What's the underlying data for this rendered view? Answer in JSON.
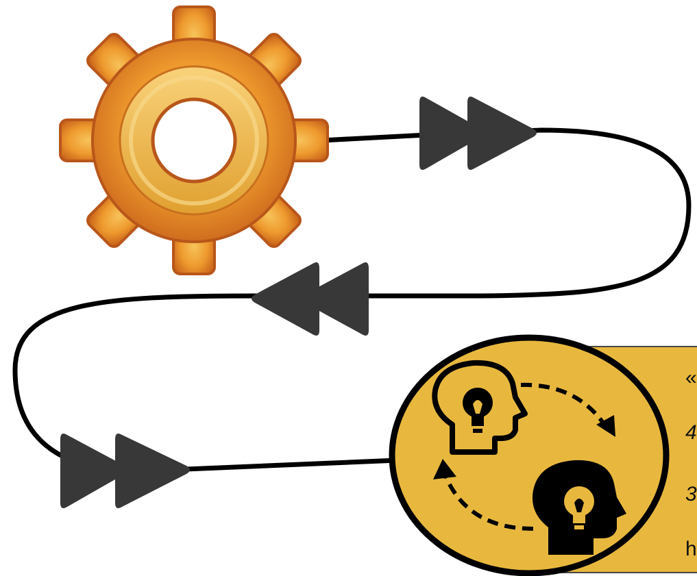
{
  "diagram": {
    "flow_connector": {
      "type": "curved-path",
      "color": "#000000"
    },
    "arrows": [
      {
        "icon": "fast-forward-icon",
        "direction": "right",
        "color": "#383838"
      },
      {
        "icon": "rewind-icon",
        "direction": "left",
        "color": "#383838"
      },
      {
        "icon": "fast-forward-icon",
        "direction": "right",
        "color": "#383838"
      }
    ],
    "gear": {
      "icon": "gear-icon",
      "color": "#E07B1A",
      "highlight": "#F5B73E"
    },
    "knowledge_exchange": {
      "icon": "knowledge-exchange-heads-icon",
      "circle_fill": "#E8B83E",
      "border": "#000000"
    },
    "note_box": {
      "fill": "#E8B83E",
      "text_lines": [
        "«",
        "4",
        "3",
        "h"
      ]
    }
  }
}
